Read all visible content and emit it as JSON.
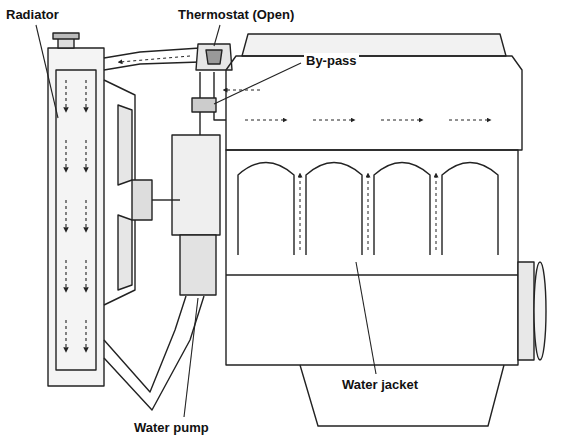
{
  "diagram": {
    "labels": [
      "Radiator",
      "Thermostat (Open)",
      "By-pass",
      "Water jacket",
      "Water pump"
    ]
  }
}
